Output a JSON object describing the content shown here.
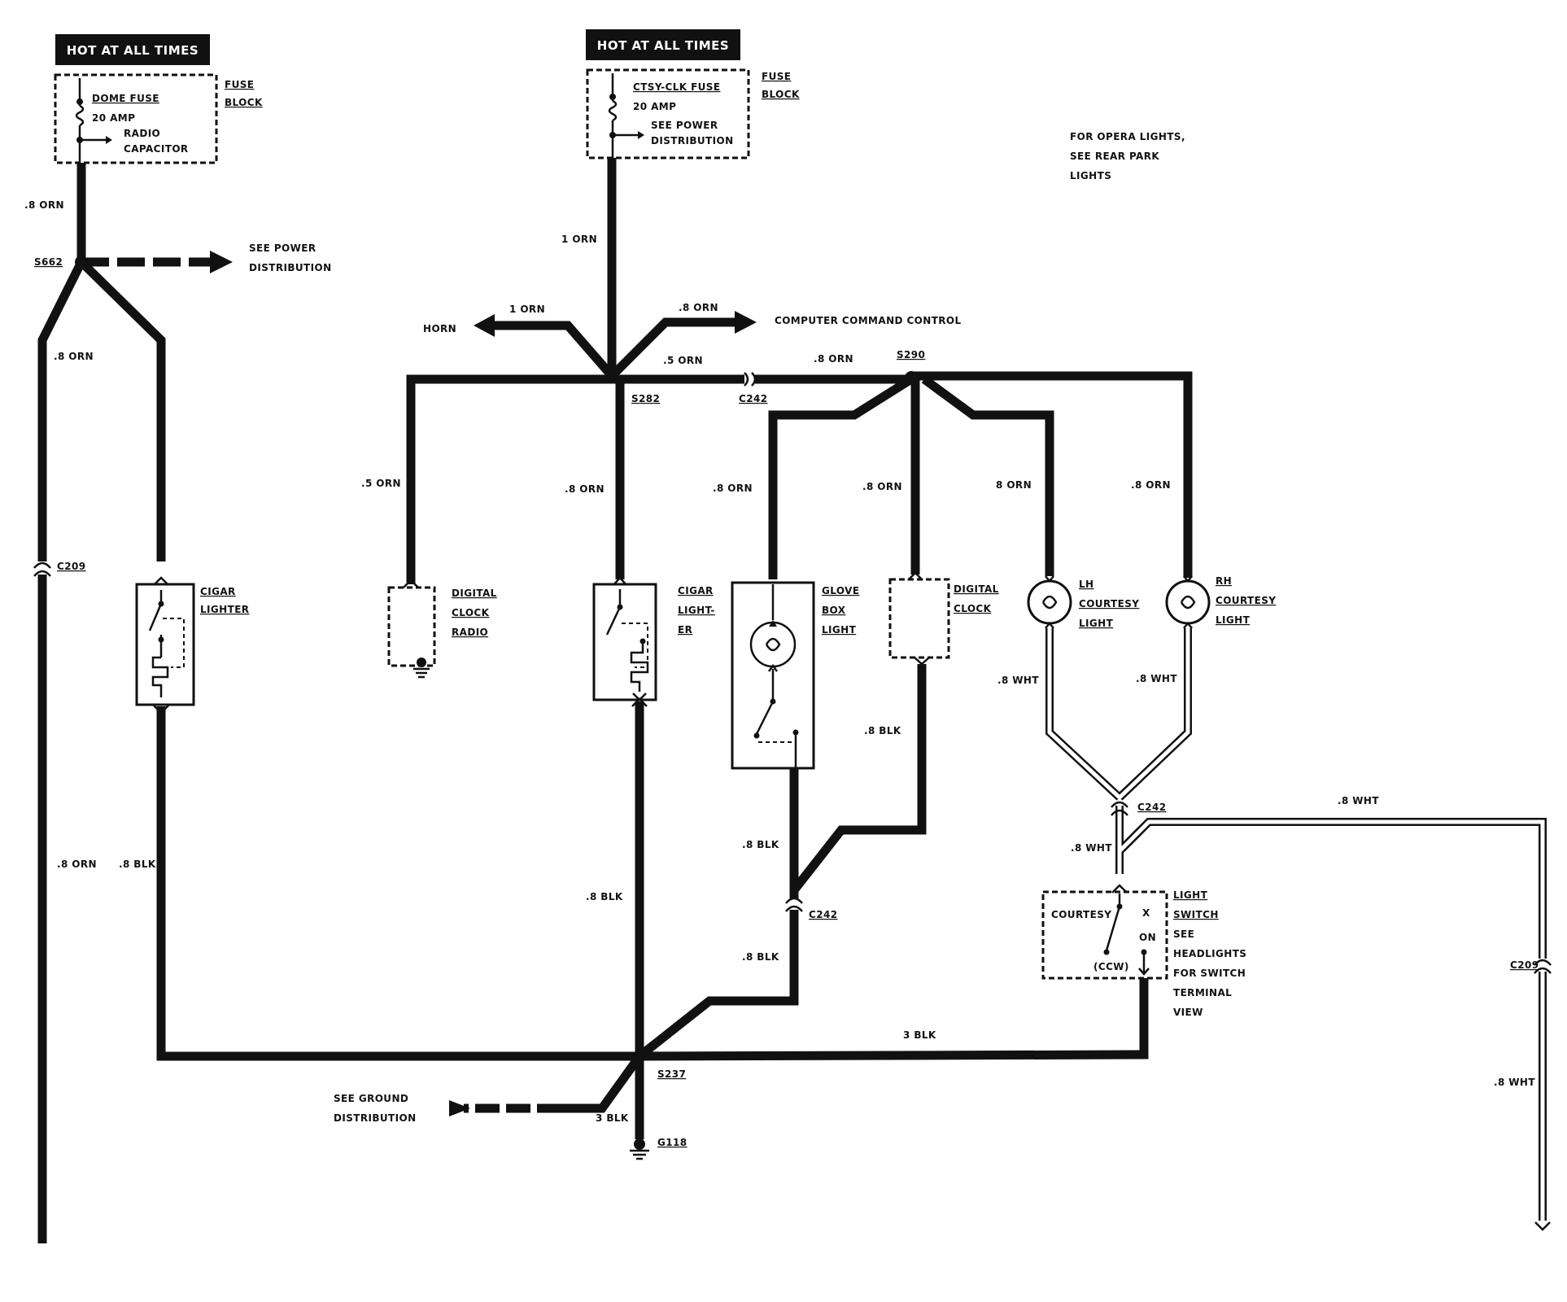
{
  "hot_labels": [
    "HOT AT ALL TIMES",
    "HOT AT ALL TIMES"
  ],
  "fuse_left": {
    "name": "DOME FUSE",
    "amp": "20 AMP",
    "note": [
      "RADIO",
      "CAPACITOR"
    ],
    "block": [
      "FUSE",
      "BLOCK"
    ]
  },
  "fuse_right": {
    "name": "CTSY-CLK FUSE",
    "amp": "20 AMP",
    "note": [
      "SEE POWER",
      "DISTRIBUTION"
    ],
    "block": [
      "FUSE",
      "BLOCK"
    ]
  },
  "opera_note": [
    "FOR OPERA LIGHTS,",
    "SEE REAR PARK",
    "LIGHTS"
  ],
  "see_power": [
    "SEE POWER",
    "DISTRIBUTION"
  ],
  "see_ground": [
    "SEE GROUND",
    "DISTRIBUTION"
  ],
  "horn": "HORN",
  "ccc": "COMPUTER COMMAND CONTROL",
  "splices": {
    "s662": "S662",
    "s282": "S282",
    "s290": "S290",
    "s237": "S237",
    "g118": "G118"
  },
  "connectors": {
    "c209": "C209",
    "c242": "C242"
  },
  "wires": {
    "orn08": ".8 ORN",
    "orn1": "1 ORN",
    "orn05": ".5 ORN",
    "orn8": "8 ORN",
    "blk08": ".8 BLK",
    "blk3": "3 BLK",
    "wht08": ".8 WHT"
  },
  "components": {
    "cigar_left": [
      "CIGAR",
      "LIGHTER"
    ],
    "digital_clock_radio": [
      "DIGITAL",
      "CLOCK",
      "RADIO"
    ],
    "cigar_right": [
      "CIGAR",
      "LIGHT-",
      "ER"
    ],
    "glove_box": [
      "GLOVE",
      "BOX",
      "LIGHT"
    ],
    "digital_clock": [
      "DIGITAL",
      "CLOCK"
    ],
    "lh_courtesy": [
      "LH",
      "COURTESY",
      "LIGHT"
    ],
    "rh_courtesy": [
      "RH",
      "COURTESY",
      "LIGHT"
    ],
    "light_switch": [
      "LIGHT",
      "SWITCH"
    ],
    "switch_note": [
      "SEE",
      "HEADLIGHTS",
      "FOR SWITCH",
      "TERMINAL",
      "VIEW"
    ],
    "courtesy": "COURTESY",
    "x": "X",
    "on": "ON",
    "ccw": "(CCW)"
  }
}
